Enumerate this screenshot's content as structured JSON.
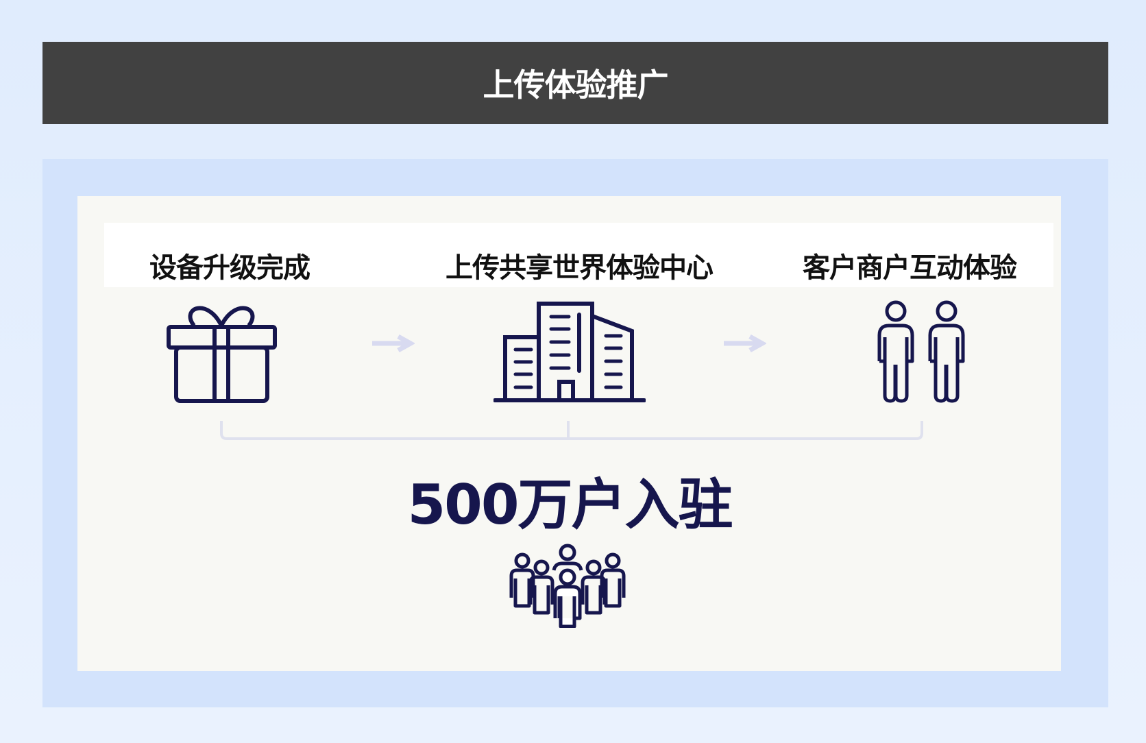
{
  "header": {
    "title": "上传体验推广"
  },
  "steps": [
    {
      "label": "设备升级完成",
      "icon": "gift-icon"
    },
    {
      "label": "上传共享世界体验中心",
      "icon": "building-icon"
    },
    {
      "label": "客户商户互动体验",
      "icon": "two-people-icon"
    }
  ],
  "result": {
    "text": "500万户入驻",
    "icon": "crowd-icon"
  },
  "colors": {
    "navy": "#16164d",
    "header_bg": "#414141",
    "panel_bg": "#d3e3fc",
    "arrow": "#d8daf0"
  }
}
